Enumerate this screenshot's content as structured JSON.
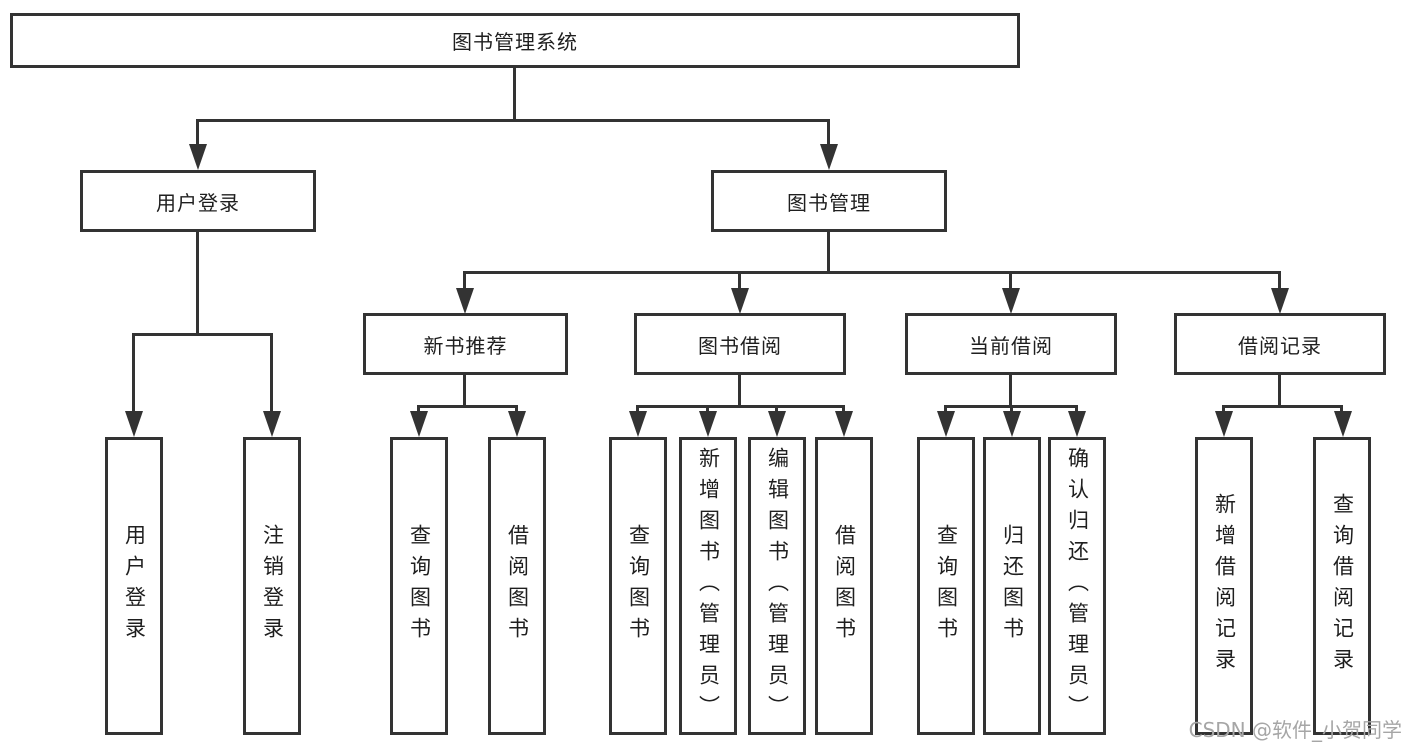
{
  "diagram": {
    "root": {
      "label": "图书管理系统"
    },
    "branches": [
      {
        "label": "用户登录",
        "children": [
          {
            "label": "用户登录"
          },
          {
            "label": "注销登录"
          }
        ]
      },
      {
        "label": "图书管理",
        "children": [
          {
            "label": "新书推荐",
            "children": [
              {
                "label": "查询图书"
              },
              {
                "label": "借阅图书"
              }
            ]
          },
          {
            "label": "图书借阅",
            "children": [
              {
                "label": "查询图书"
              },
              {
                "label": "新增图书（管理员）"
              },
              {
                "label": "编辑图书（管理员）"
              },
              {
                "label": "借阅图书"
              }
            ]
          },
          {
            "label": "当前借阅",
            "children": [
              {
                "label": "查询图书"
              },
              {
                "label": "归还图书"
              },
              {
                "label": "确认归还（管理员）"
              }
            ]
          },
          {
            "label": "借阅记录",
            "children": [
              {
                "label": "新增借阅记录"
              },
              {
                "label": "查询借阅记录"
              }
            ]
          }
        ]
      }
    ]
  },
  "watermark": {
    "text": "CSDN @软件_小贺同学",
    "color": "#a6a6a6"
  },
  "colors": {
    "line": "#333333",
    "box_border": "#333333",
    "background": "#ffffff",
    "text": "#1f1f1f"
  }
}
